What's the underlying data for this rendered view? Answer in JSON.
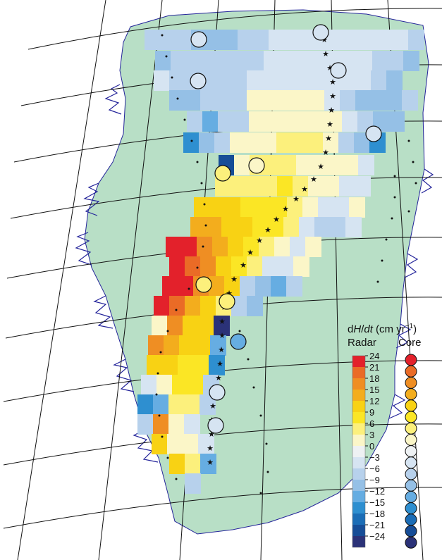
{
  "legend": {
    "title_d": "d",
    "title_H": "H",
    "title_slash": "/",
    "title_dt": "dt",
    "title_units": " (cm yr",
    "title_exp": "−1",
    "title_close": ")",
    "radar_label": "Radar",
    "core_label": "Core",
    "ticks": [
      "24",
      "21",
      "18",
      "15",
      "12",
      "9",
      "6",
      "3",
      "0",
      "−3",
      "−6",
      "−9",
      "−12",
      "−15",
      "−18",
      "−21",
      "−24"
    ],
    "colors": [
      "#e3212b",
      "#ea6b26",
      "#ef8e23",
      "#f3ad1d",
      "#f8d214",
      "#fbe625",
      "#fcf07c",
      "#fbf6c8",
      "#eef1f3",
      "#d6e4f2",
      "#b7d1ec",
      "#95c0e6",
      "#66ade2",
      "#2e8fd0",
      "#1b6db6",
      "#164d97",
      "#2b3278"
    ]
  },
  "colors": {
    "land": "#b8dfc6",
    "coast": "#24249a",
    "grid": "#111111"
  },
  "cores": [
    {
      "value": -3
    },
    {
      "value": -3
    },
    {
      "value": -3
    },
    {
      "value": -3
    },
    {
      "value": -3
    },
    {
      "value": 6
    },
    {
      "value": 3
    },
    {
      "value": 6
    },
    {
      "value": 6
    },
    {
      "value": -12
    },
    {
      "value": -3
    },
    {
      "value": -3
    }
  ]
}
